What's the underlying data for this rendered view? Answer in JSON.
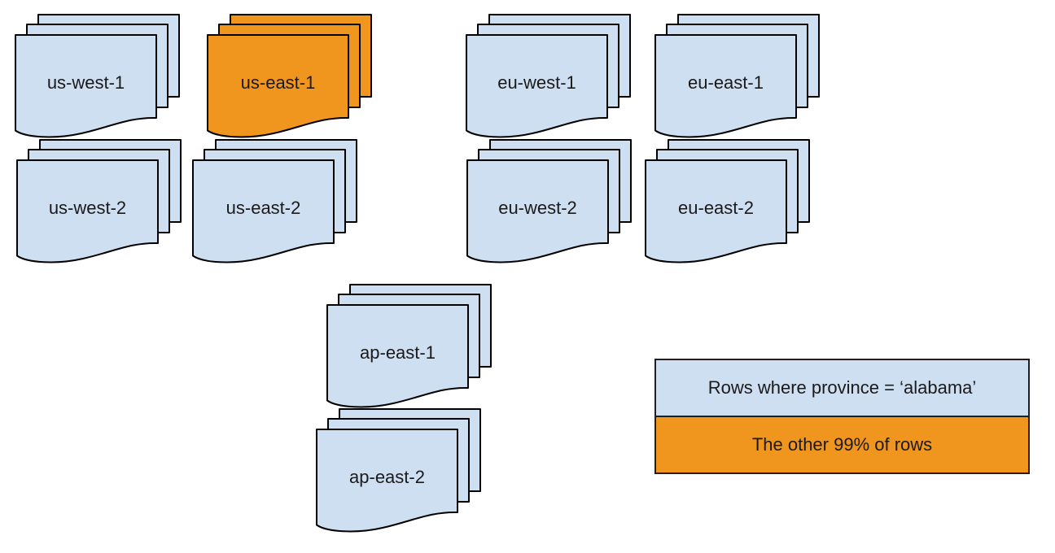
{
  "colors": {
    "region_fill": "#cfdff2",
    "highlight_fill": "#f0961e",
    "shape_stroke": "#000000",
    "legend_border": "#1f1f1f",
    "text": "#1a1a1a",
    "background": "#ffffff"
  },
  "regions": [
    {
      "label": "us-west-1",
      "highlighted": false
    },
    {
      "label": "us-east-1",
      "highlighted": true
    },
    {
      "label": "eu-west-1",
      "highlighted": false
    },
    {
      "label": "eu-east-1",
      "highlighted": false
    },
    {
      "label": "us-west-2",
      "highlighted": false
    },
    {
      "label": "us-east-2",
      "highlighted": false
    },
    {
      "label": "eu-west-2",
      "highlighted": false
    },
    {
      "label": "eu-east-2",
      "highlighted": false
    },
    {
      "label": "ap-east-1",
      "highlighted": false
    },
    {
      "label": "ap-east-2",
      "highlighted": false
    }
  ],
  "legend": {
    "items": [
      {
        "label": "Rows where province = ‘alabama’",
        "color": "#cfdff2"
      },
      {
        "label": "The other 99% of rows",
        "color": "#f0961e"
      }
    ]
  }
}
